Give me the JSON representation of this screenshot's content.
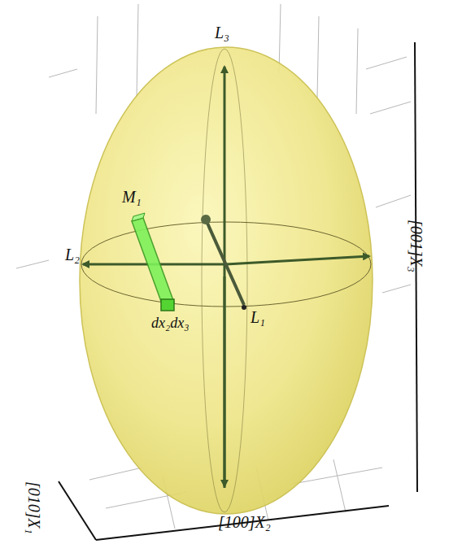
{
  "diagram": {
    "labels": [
      "L₃",
      "M₁",
      "L₂",
      "dx₂dx₃",
      "L₁",
      "[001]X₃",
      "[010]X₁",
      "[100]X₂"
    ]
  }
}
